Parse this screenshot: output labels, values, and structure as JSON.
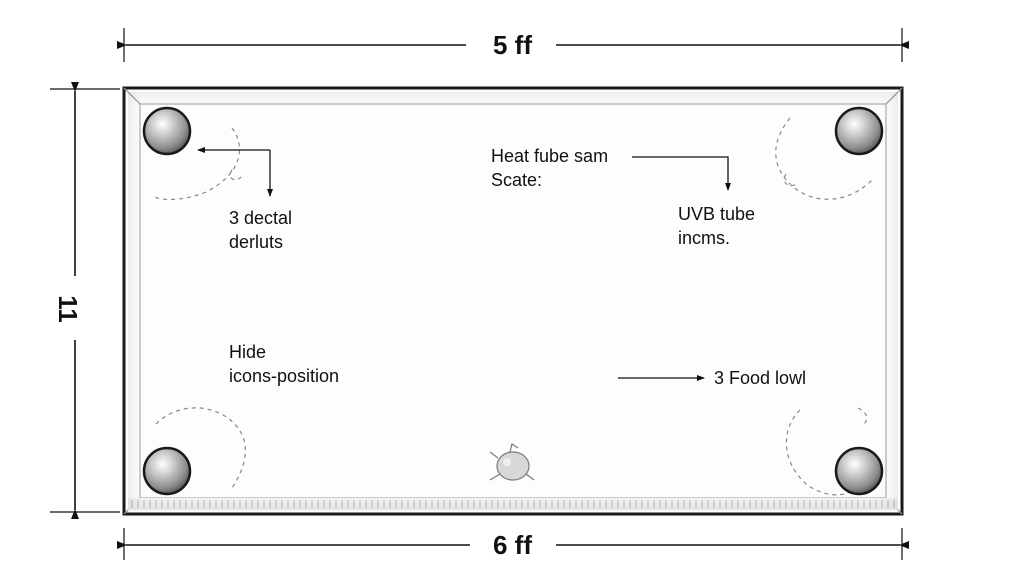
{
  "dimensions": {
    "top": "5 ff",
    "bottom": "6 ff",
    "side": "11"
  },
  "labels": {
    "decal_line1": "3 dectal",
    "decal_line2": "derluts",
    "heat_line1": "Heat fube sam",
    "heat_line2": "Scate:",
    "uvb_line1": "UVB tube",
    "uvb_line2": "incms.",
    "hide_line1": "Hide",
    "hide_line2": "icons-position",
    "food": "3 Food lowl"
  },
  "colors": {
    "line": "#111111",
    "tank_border": "#1a1a1a",
    "tank_fill": "#fdfdfd",
    "lamp": "#9a9a9a",
    "dash": "#888888"
  },
  "icons": {
    "lamps": [
      "lamp-icon",
      "lamp-icon",
      "lamp-icon",
      "lamp-icon"
    ],
    "hide": "hide-icon"
  }
}
